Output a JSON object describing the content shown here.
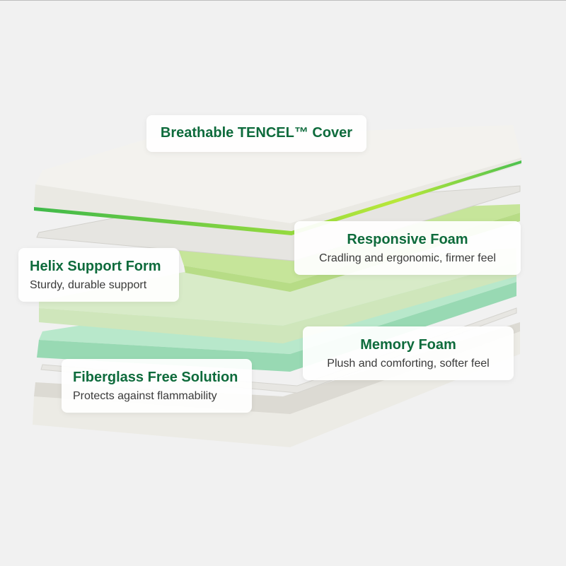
{
  "colors": {
    "accent": "#0e6b3c",
    "cover": "#ecebe6",
    "responsive_foam": "#c6e59a",
    "support": "#d4e9c2",
    "memory_foam": "#a9e0c0",
    "stripe": "#4cc14f"
  },
  "labels": [
    {
      "title": "Breathable TENCEL™ Cover"
    },
    {
      "title": "Responsive Foam",
      "subtitle": "Cradling and ergonomic, firmer feel"
    },
    {
      "title": "Helix Support Form",
      "subtitle": "Sturdy, durable support"
    },
    {
      "title": "Memory Foam",
      "subtitle": "Plush and comforting, softer feel"
    },
    {
      "title": "Fiberglass Free Solution",
      "subtitle": "Protects against flammability"
    }
  ]
}
